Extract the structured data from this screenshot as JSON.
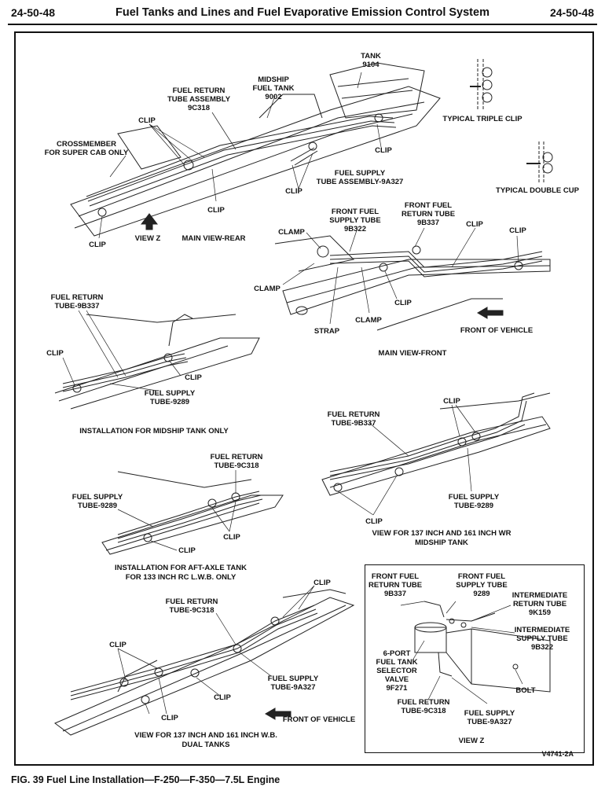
{
  "header": {
    "page_left": "24-50-48",
    "title": "Fuel Tanks and Lines and Fuel Evaporative Emission Control System",
    "page_right": "24-50-48"
  },
  "labels": {
    "tank": "TANK\n9104",
    "midship_tank": "MIDSHIP\nFUEL TANK\n9002",
    "fuel_return_9c318_top": "FUEL RETURN\nTUBE ASSEMBLY\n9C318",
    "clip_a": "CLIP",
    "crossmember": "CROSSMEMBER\nFOR SUPER CAB ONLY",
    "clip_b": "CLIP",
    "clip_c": "CLIP",
    "clip_d": "CLIP",
    "fuel_supply_9a327_top": "FUEL SUPPLY\nTUBE ASSEMBLY-9A327",
    "clip_e": "CLIP",
    "clip_f": "CLIP",
    "view_z_arrow": "VIEW Z",
    "main_view_rear": "MAIN VIEW-REAR",
    "typical_triple_clip": "TYPICAL TRIPLE CLIP",
    "typical_double_cup": "TYPICAL DOUBLE CUP",
    "front_fuel_supply_9b322": "FRONT FUEL\nSUPPLY TUBE\n9B322",
    "front_fuel_return_9b337": "FRONT FUEL\nRETURN TUBE\n9B337",
    "clamp_a": "CLAMP",
    "clip_g": "CLIP",
    "clip_h": "CLIP",
    "clamp_b": "CLAMP",
    "clip_i": "CLIP",
    "strap": "STRAP",
    "clamp_c": "CLAMP",
    "front_of_vehicle_a": "FRONT OF VEHICLE",
    "main_view_front": "MAIN VIEW-FRONT",
    "fuel_return_9b337_mid": "FUEL RETURN\nTUBE-9B337",
    "clip_j": "CLIP",
    "clip_k": "CLIP",
    "fuel_supply_9289_mid": "FUEL SUPPLY\nTUBE-9289",
    "install_midship": "INSTALLATION FOR MIDSHIP TANK ONLY",
    "fuel_return_9b337_r": "FUEL RETURN\nTUBE-9B337",
    "clip_l": "CLIP",
    "fuel_supply_9289_r": "FUEL SUPPLY\nTUBE-9289",
    "clip_m": "CLIP",
    "view_137_wr": "VIEW FOR 137 INCH AND 161 INCH WR\nMIDSHIP TANK",
    "fuel_return_9c318_aft": "FUEL RETURN\nTUBE-9C318",
    "fuel_supply_9289_aft": "FUEL SUPPLY\nTUBE-9289",
    "clip_n": "CLIP",
    "clip_o": "CLIP",
    "install_aft": "INSTALLATION FOR AFT-AXLE TANK\nFOR 133 INCH RC L.W.B. ONLY",
    "clip_p": "CLIP",
    "fuel_return_9c318_dual": "FUEL RETURN\nTUBE-9C318",
    "clip_q": "CLIP",
    "fuel_supply_9a327_dual": "FUEL SUPPLY\nTUBE-9A327",
    "clip_r": "CLIP",
    "clip_s": "CLIP",
    "front_of_vehicle_b": "FRONT OF VEHICLE",
    "view_137_dual": "VIEW FOR 137 INCH AND 161 INCH W.B.\nDUAL TANKS"
  },
  "view_z": {
    "front_fuel_return": "FRONT FUEL\nRETURN TUBE\n9B337",
    "front_fuel_supply": "FRONT FUEL\nSUPPLY TUBE\n9289",
    "intermediate_return": "INTERMEDIATE\nRETURN TUBE\n9K159",
    "intermediate_supply": "INTERMEDIATE\nSUPPLY TUBE\n9B322",
    "selector_valve": "6-PORT\nFUEL TANK\nSELECTOR\nVALVE\n9F271",
    "bolt": "BOLT",
    "fuel_return": "FUEL RETURN\nTUBE-9C318",
    "fuel_supply": "FUEL SUPPLY\nTUBE-9A327",
    "title": "VIEW Z"
  },
  "code": "V4741-2A",
  "figure_caption": "FIG. 39 Fuel Line Installation—F-250—F-350—7.5L Engine"
}
